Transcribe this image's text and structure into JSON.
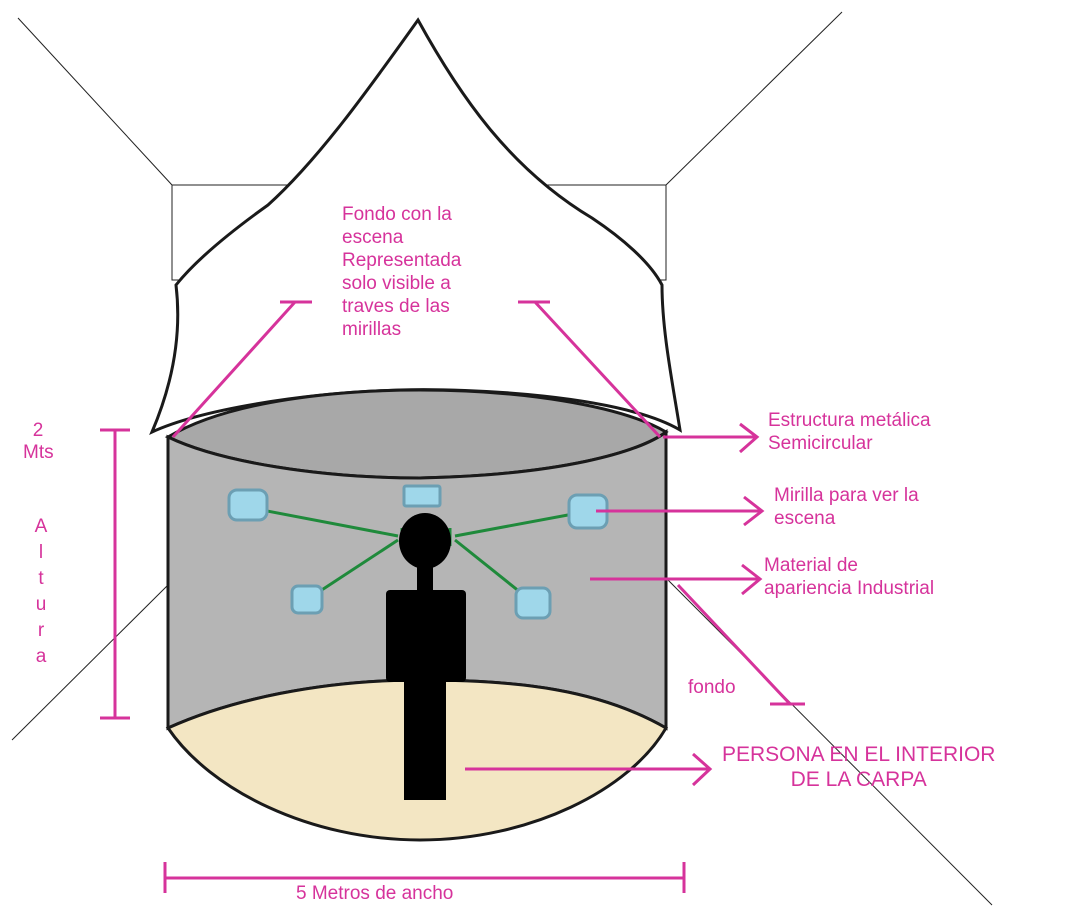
{
  "colors": {
    "annotation": "#d6339b",
    "tent_outline": "#1a1a1a",
    "wall_fill": "#b5b5b5",
    "roof_ceiling_fill": "#a8a8a8",
    "floor_fill": "#f3e6c3",
    "peephole_fill": "#9fd7ea",
    "peephole_stroke": "#6c9fb3",
    "sightline_green": "#1f8a3b",
    "person_fill": "#000000"
  },
  "labels": {
    "backdrop": [
      "Fondo con la",
      "escena",
      "Representada",
      "solo visible a",
      "traves de las",
      "mirillas"
    ],
    "structure": [
      "Estructura metálica",
      "Semicircular"
    ],
    "peephole": [
      "Mirilla para ver la",
      "escena"
    ],
    "material": [
      "Material de",
      "apariencia Industrial"
    ],
    "fondo": "fondo",
    "person": [
      "PERSONA EN EL INTERIOR",
      "DE LA CARPA"
    ],
    "height_value": [
      "2",
      "Mts"
    ],
    "height_word": [
      "A",
      "l",
      "t",
      "u",
      "r",
      "a"
    ],
    "width": "5 Metros de ancho"
  }
}
